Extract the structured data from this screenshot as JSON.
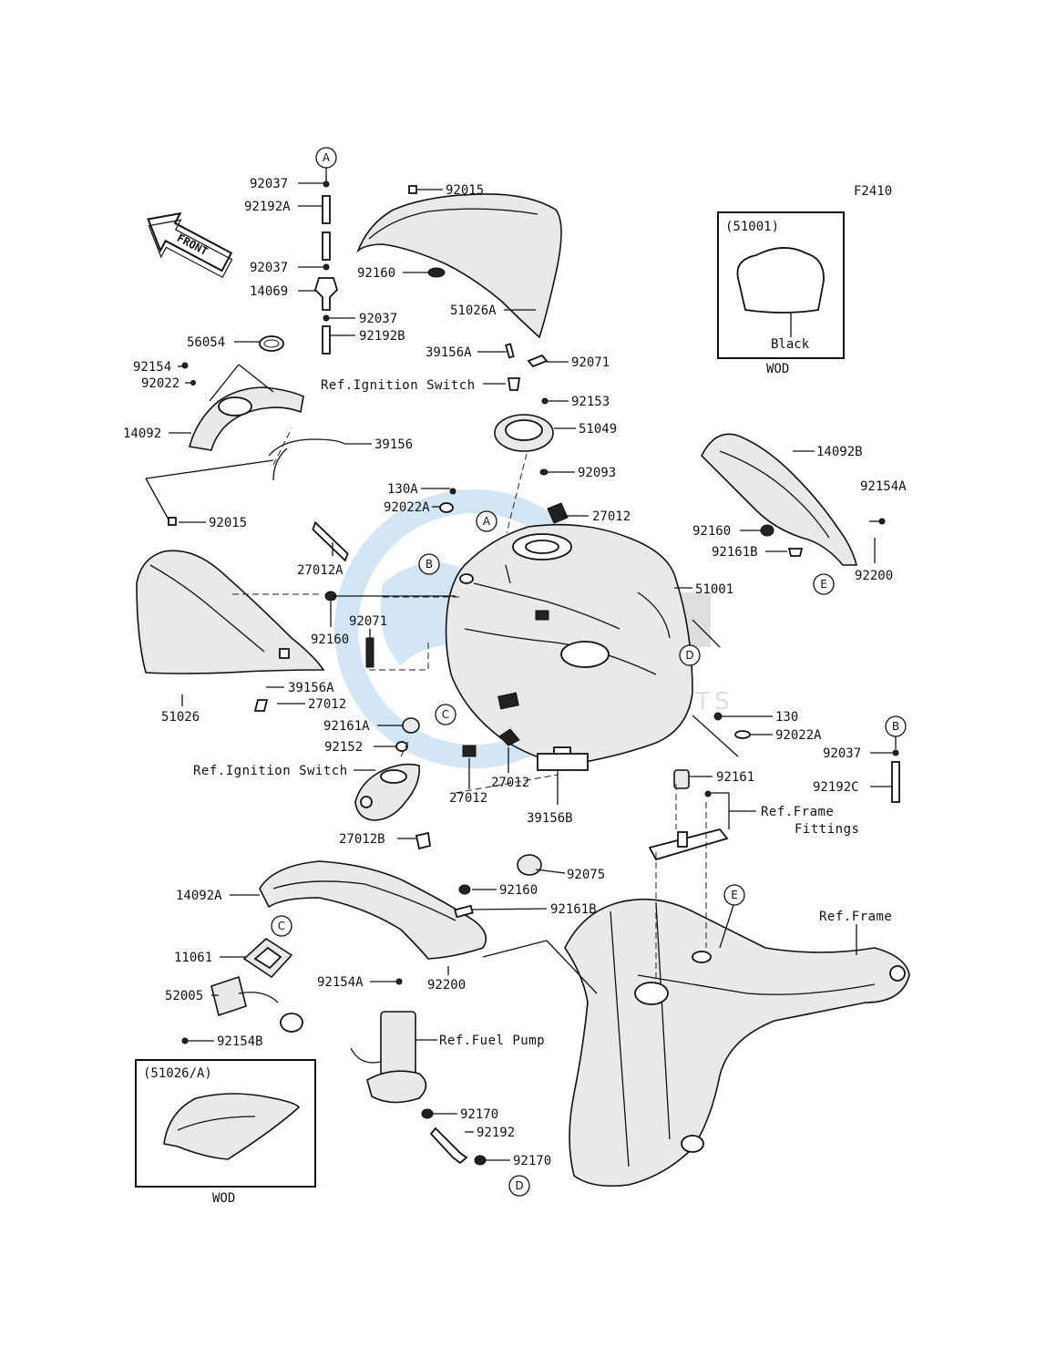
{
  "figure_code": "F2410",
  "front_arrow": {
    "label": "FRONT"
  },
  "watermark": {
    "brand": "MOTORRARTS"
  },
  "inset_top": {
    "title": "(51001)",
    "color_label": "Black",
    "caption": "WOD"
  },
  "inset_bottom": {
    "title": "(51026/A)",
    "caption": "WOD"
  },
  "circle_refs": [
    "A",
    "B",
    "C",
    "D",
    "E"
  ],
  "part_labels": {
    "p92015_top": "92015",
    "p92037_a": "92037",
    "p92192A": "92192A",
    "p92037_b": "92037",
    "p14069": "14069",
    "p92037_c": "92037",
    "p92192B": "92192B",
    "p56054": "56054",
    "p92154": "92154",
    "p92022": "92022",
    "p14092": "14092",
    "p39156": "39156",
    "p92160_top": "92160",
    "p51026A": "51026A",
    "p39156A_top": "39156A",
    "p92071_top": "92071",
    "p92153": "92153",
    "p51049": "51049",
    "p92093": "92093",
    "p130A": "130A",
    "p92022A_top": "92022A",
    "p27012_top": "27012",
    "p92015_mid": "92015",
    "p27012A": "27012A",
    "p92160_left": "92160",
    "p92071_mid": "92071",
    "p51001": "51001",
    "p14092B": "14092B",
    "p92154A_right": "92154A",
    "p92160_right": "92160",
    "p92161B_right": "92161B",
    "p92200_right": "92200",
    "p39156A_left": "39156A",
    "p27012_left": "27012",
    "p51026": "51026",
    "p92161A": "92161A",
    "p92152": "92152",
    "p27012_c1": "27012",
    "p27012_c2": "27012",
    "p39156B": "39156B",
    "p130": "130",
    "p92022A_right": "92022A",
    "p92037_right": "92037",
    "p92161": "92161",
    "p92192C": "92192C",
    "p27012B": "27012B",
    "p92075": "92075",
    "p14092A": "14092A",
    "p92160_low": "92160",
    "p92161B_low": "92161B",
    "p11061": "11061",
    "p52005": "52005",
    "p92154A_low": "92154A",
    "p92200_low": "92200",
    "p92154B": "92154B",
    "p92170_a": "92170",
    "p92192": "92192",
    "p92170_b": "92170"
  },
  "ref_labels": {
    "ignition_top": "Ref.Ignition Switch",
    "ignition_mid": "Ref.Ignition Switch",
    "frame_fittings_1": "Ref.Frame",
    "frame_fittings_2": "Fittings",
    "frame": "Ref.Frame",
    "fuel_pump": "Ref.Fuel Pump"
  }
}
